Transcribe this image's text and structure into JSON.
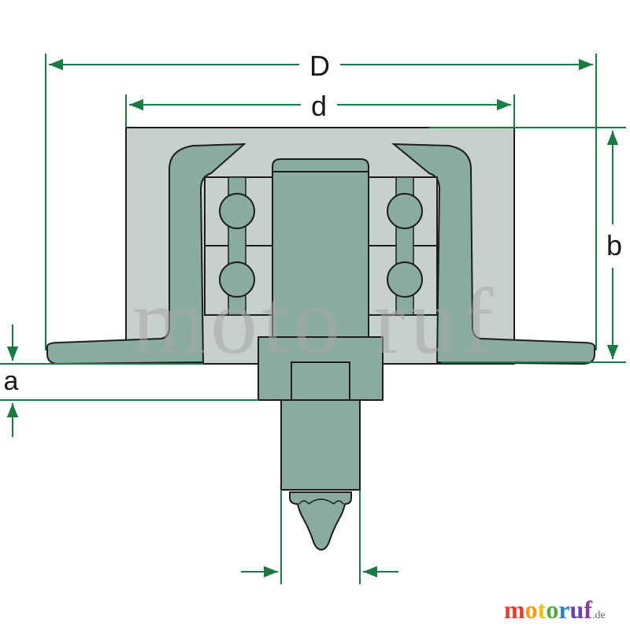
{
  "labels": {
    "D": "D",
    "d": "d",
    "b": "b",
    "a": "a"
  },
  "watermark": "moto ruf",
  "logo": {
    "m": "m",
    "o1": "o",
    "t": "t",
    "o2": "o",
    "r": "r",
    "u": "u",
    "f": "f",
    "tld": ".de"
  },
  "colors": {
    "dimension": "#1a7a44",
    "part_fill": "#8aaba1",
    "part_light": "#c6d1cc",
    "outline": "#1d1d1d"
  }
}
